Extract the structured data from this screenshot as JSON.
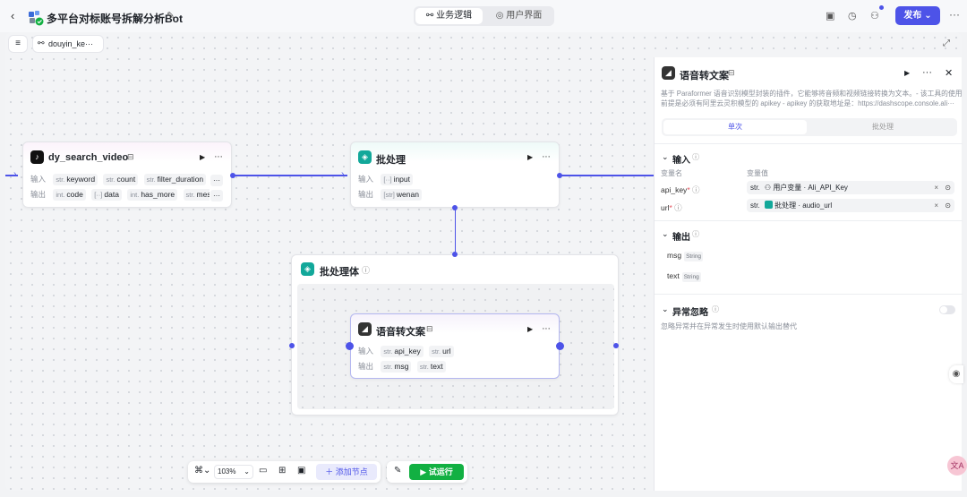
{
  "header": {
    "app_title": "多平台对标账号拆解分析Bot",
    "tabs": [
      "业务逻辑",
      "用户界面"
    ],
    "publish_label": "发布"
  },
  "canvas": {
    "crumb_label": "douyin_ke···",
    "zoom": "103%",
    "add_node_label": "添加节点",
    "run_label": "试运行"
  },
  "nodes": {
    "search": {
      "title": "dy_search_video",
      "input_label": "输入",
      "output_label": "输出",
      "inputs": [
        {
          "type": "str.",
          "name": "keyword"
        },
        {
          "type": "str.",
          "name": "count"
        },
        {
          "type": "str.",
          "name": "filter_duration"
        }
      ],
      "outputs": [
        {
          "type": "int.",
          "name": "code"
        },
        {
          "type": "[··]",
          "name": "data"
        },
        {
          "type": "int.",
          "name": "has_more"
        },
        {
          "type": "str.",
          "name": "messa"
        }
      ],
      "more_label": "···"
    },
    "batch": {
      "title": "批处理",
      "input_label": "输入",
      "output_label": "输出",
      "inputs": [
        {
          "type": "[··]",
          "name": "input"
        }
      ],
      "outputs": [
        {
          "type": "[str]",
          "name": "wenan"
        }
      ]
    },
    "batch_body": {
      "title": "批处理体"
    },
    "speech": {
      "title": "语音转文案",
      "input_label": "输入",
      "output_label": "输出",
      "inputs": [
        {
          "type": "str.",
          "name": "api_key"
        },
        {
          "type": "str.",
          "name": "url"
        }
      ],
      "outputs": [
        {
          "type": "str.",
          "name": "msg"
        },
        {
          "type": "str.",
          "name": "text"
        }
      ]
    }
  },
  "panel": {
    "title": "语音转文案",
    "description_1": "基于 Paraformer 语音识别模型封装的插件，它能够将音频和视频链接转换为文本。- 该工具的使用",
    "description_2": "前提是必须有阿里云灵积模型的 apikey - apikey 的获取地址是：https://dashscope.console.ali···",
    "mode_tabs": [
      "单次",
      "批处理"
    ],
    "input_section": "输入",
    "col_name": "变量名",
    "col_value": "变量值",
    "params": [
      {
        "name": "api_key",
        "req": "*",
        "type": "str.",
        "source": "用户变量 · Ali_API_Key"
      },
      {
        "name": "url",
        "req": "*",
        "type": "str.",
        "source": "批处理 · audio_url"
      }
    ],
    "output_section": "输出",
    "outputs": [
      {
        "name": "msg",
        "type": "String"
      },
      {
        "name": "text",
        "type": "String"
      }
    ],
    "exception_section": "异常忽略",
    "exception_desc": "忽略异常并在异常发生时使用默认输出替代"
  },
  "colors": {
    "accent": "#4d53e8",
    "run": "#12b042",
    "node_teal": "#12a89a"
  }
}
